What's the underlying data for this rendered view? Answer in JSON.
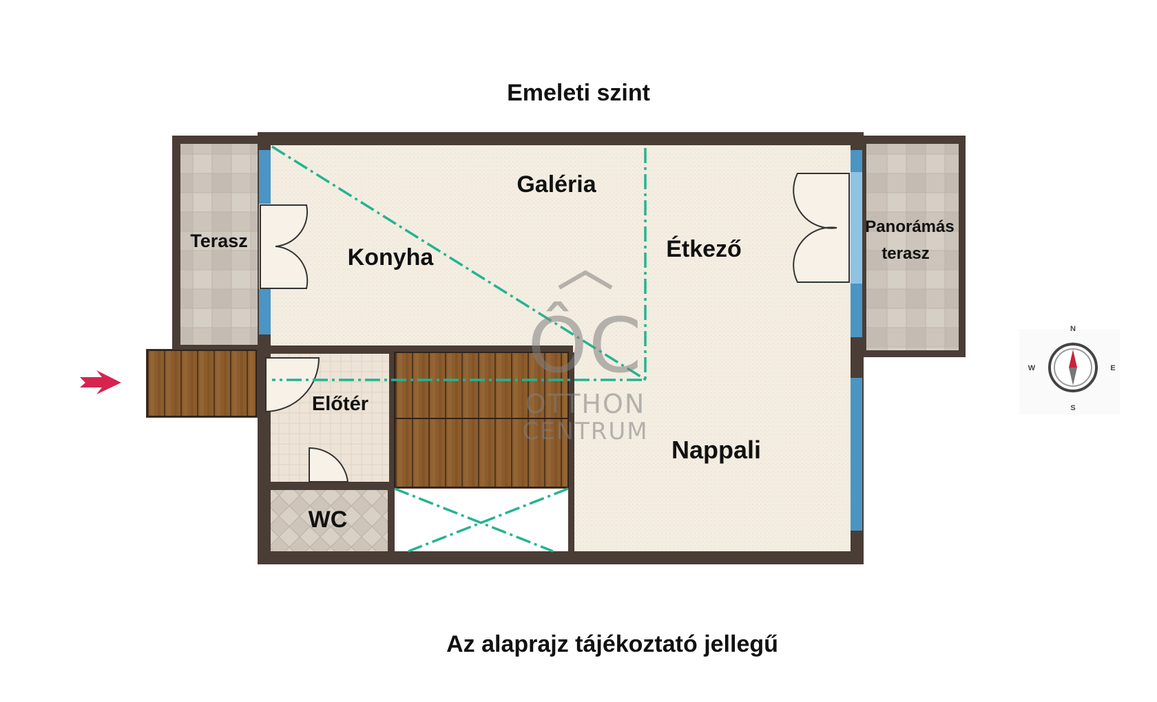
{
  "title": "Emeleti szint",
  "disclaimer": "Az alaprajz tájékoztató jellegű",
  "rooms": {
    "terasz": "Terasz",
    "konyha": "Konyha",
    "galeria": "Galéria",
    "etkezo": "Étkező",
    "panoramas_1": "Panorámás",
    "panoramas_2": "terasz",
    "eloter": "Előtér",
    "wc": "WC",
    "nappali": "Nappali"
  },
  "watermark": {
    "logo": "ÔC",
    "line1": "OTTHON",
    "line2": "CENTRUM"
  },
  "compass": {
    "n": "N",
    "s": "S",
    "e": "E",
    "w": "W"
  },
  "colors": {
    "wall": "#4a3d35",
    "floor": "#f3ebe0",
    "tile": "#cfc7bd",
    "window": "#4a95c4",
    "stairs": "#8a5a2b",
    "zone_line": "#25b391",
    "entry_arrow": "#d6244f"
  }
}
